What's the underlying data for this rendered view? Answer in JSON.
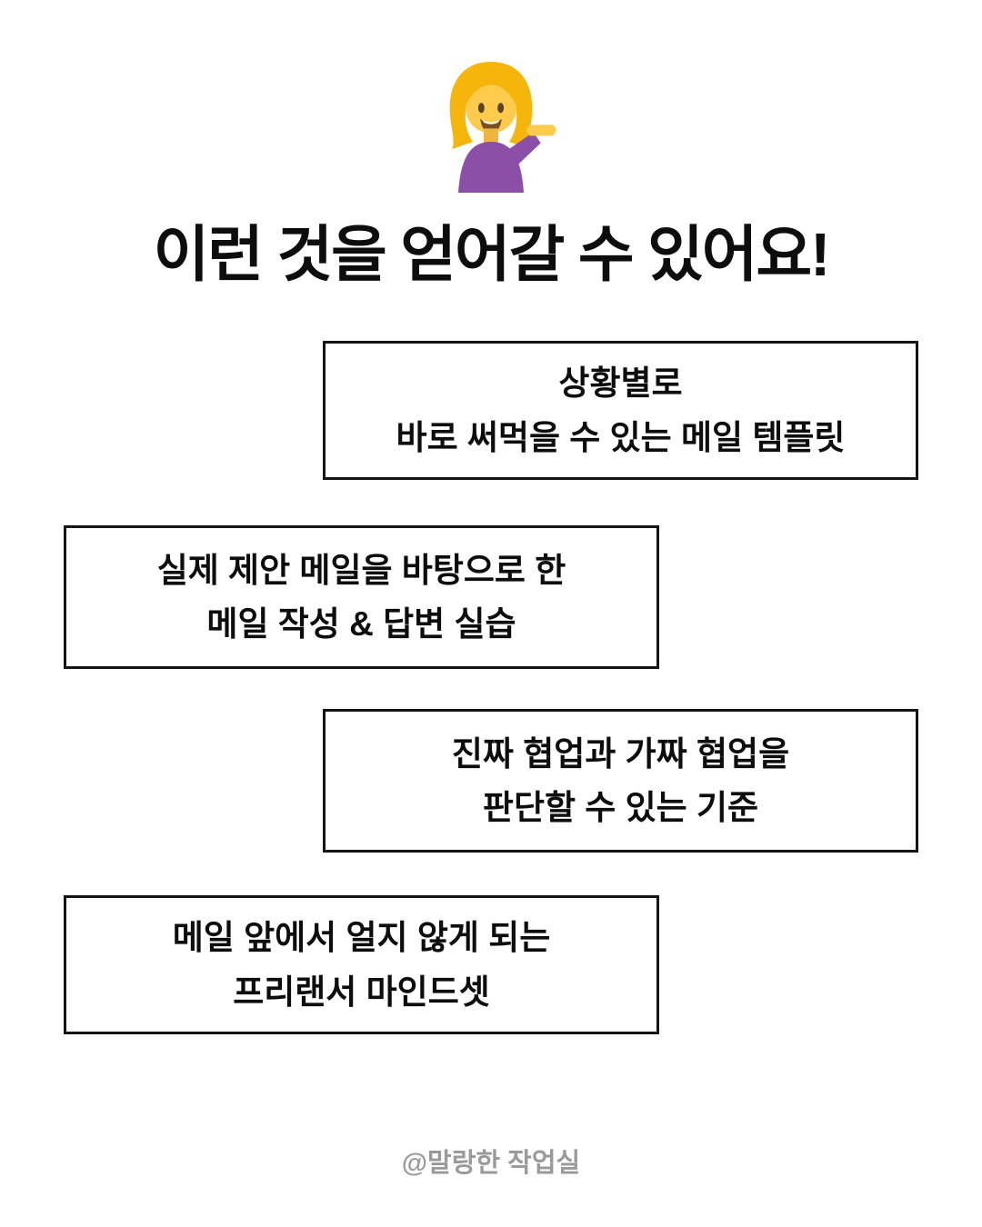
{
  "header": {
    "emoji_icon": "person-tipping-hand",
    "title": "이런 것을 얻어갈 수 있어요!"
  },
  "boxes": [
    {
      "text": "상황별로\n바로 써먹을 수 있는 메일 템플릿"
    },
    {
      "text": "실제 제안 메일을 바탕으로 한\n메일 작성 & 답변 실습"
    },
    {
      "text": "진짜 협업과 가짜 협업을\n판단할 수 있는 기준"
    },
    {
      "text": "메일 앞에서 얼지 않게 되는\n프리랜서 마인드셋"
    }
  ],
  "footer": {
    "credit": "@말랑한 작업실"
  },
  "colors": {
    "background": "#FFFFFF",
    "text": "#0D0D0D",
    "box_border": "#141414",
    "footer_text": "#9A9A9A",
    "emoji_skin": "#FFCB4C",
    "emoji_hair": "#F5B50A",
    "emoji_shirt": "#8B4FA8"
  }
}
